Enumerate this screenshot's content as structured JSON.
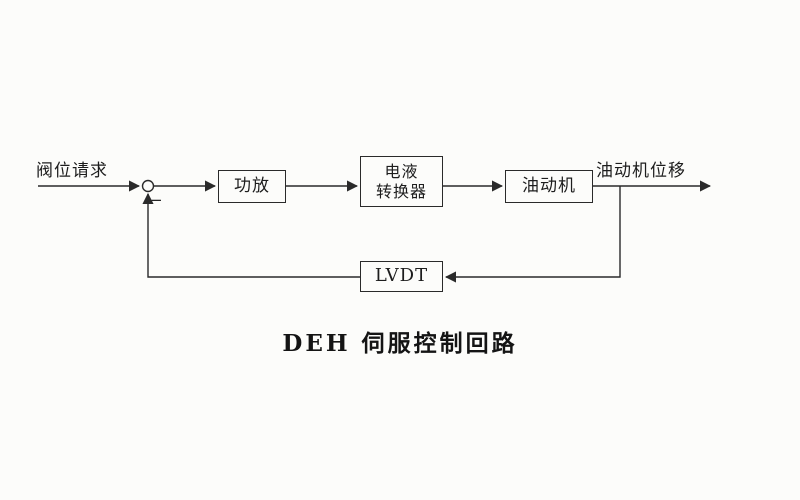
{
  "diagram": {
    "input_label": "阀位请求",
    "output_label": "油动机位移",
    "summing_minus": "−",
    "blocks": {
      "amplifier": "功放",
      "converter_line1": "电液",
      "converter_line2": "转换器",
      "servomotor": "油动机",
      "lvdt": "LVDT"
    },
    "caption": "DEH 伺服控制回路"
  }
}
